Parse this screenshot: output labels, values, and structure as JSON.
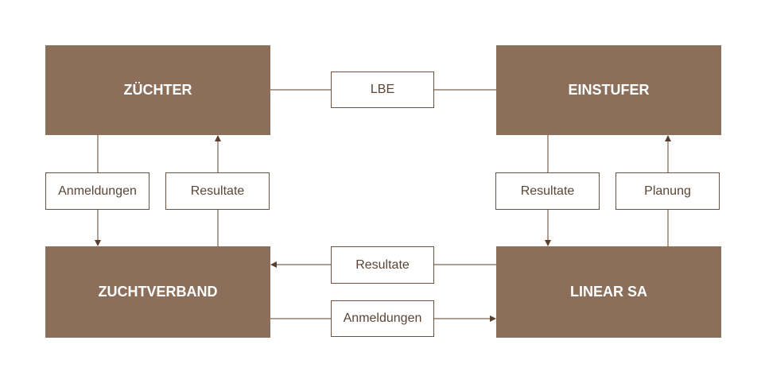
{
  "nodes": {
    "zuechter": "ZÜCHTER",
    "einstufer": "EINSTUFER",
    "zuchtverband": "ZUCHTVERBAND",
    "linear": "LINEAR SA"
  },
  "labels": {
    "lbe": "LBE",
    "anmeldungen_left": "Anmeldungen",
    "resultate_left": "Resultate",
    "resultate_right": "Resultate",
    "planung": "Planung",
    "resultate_middle": "Resultate",
    "anmeldungen_middle": "Anmeldungen"
  },
  "colors": {
    "node_fill": "#8b6f5a",
    "line": "#5a3f2e",
    "label_border": "#6b5240",
    "label_text": "#5a4535"
  }
}
